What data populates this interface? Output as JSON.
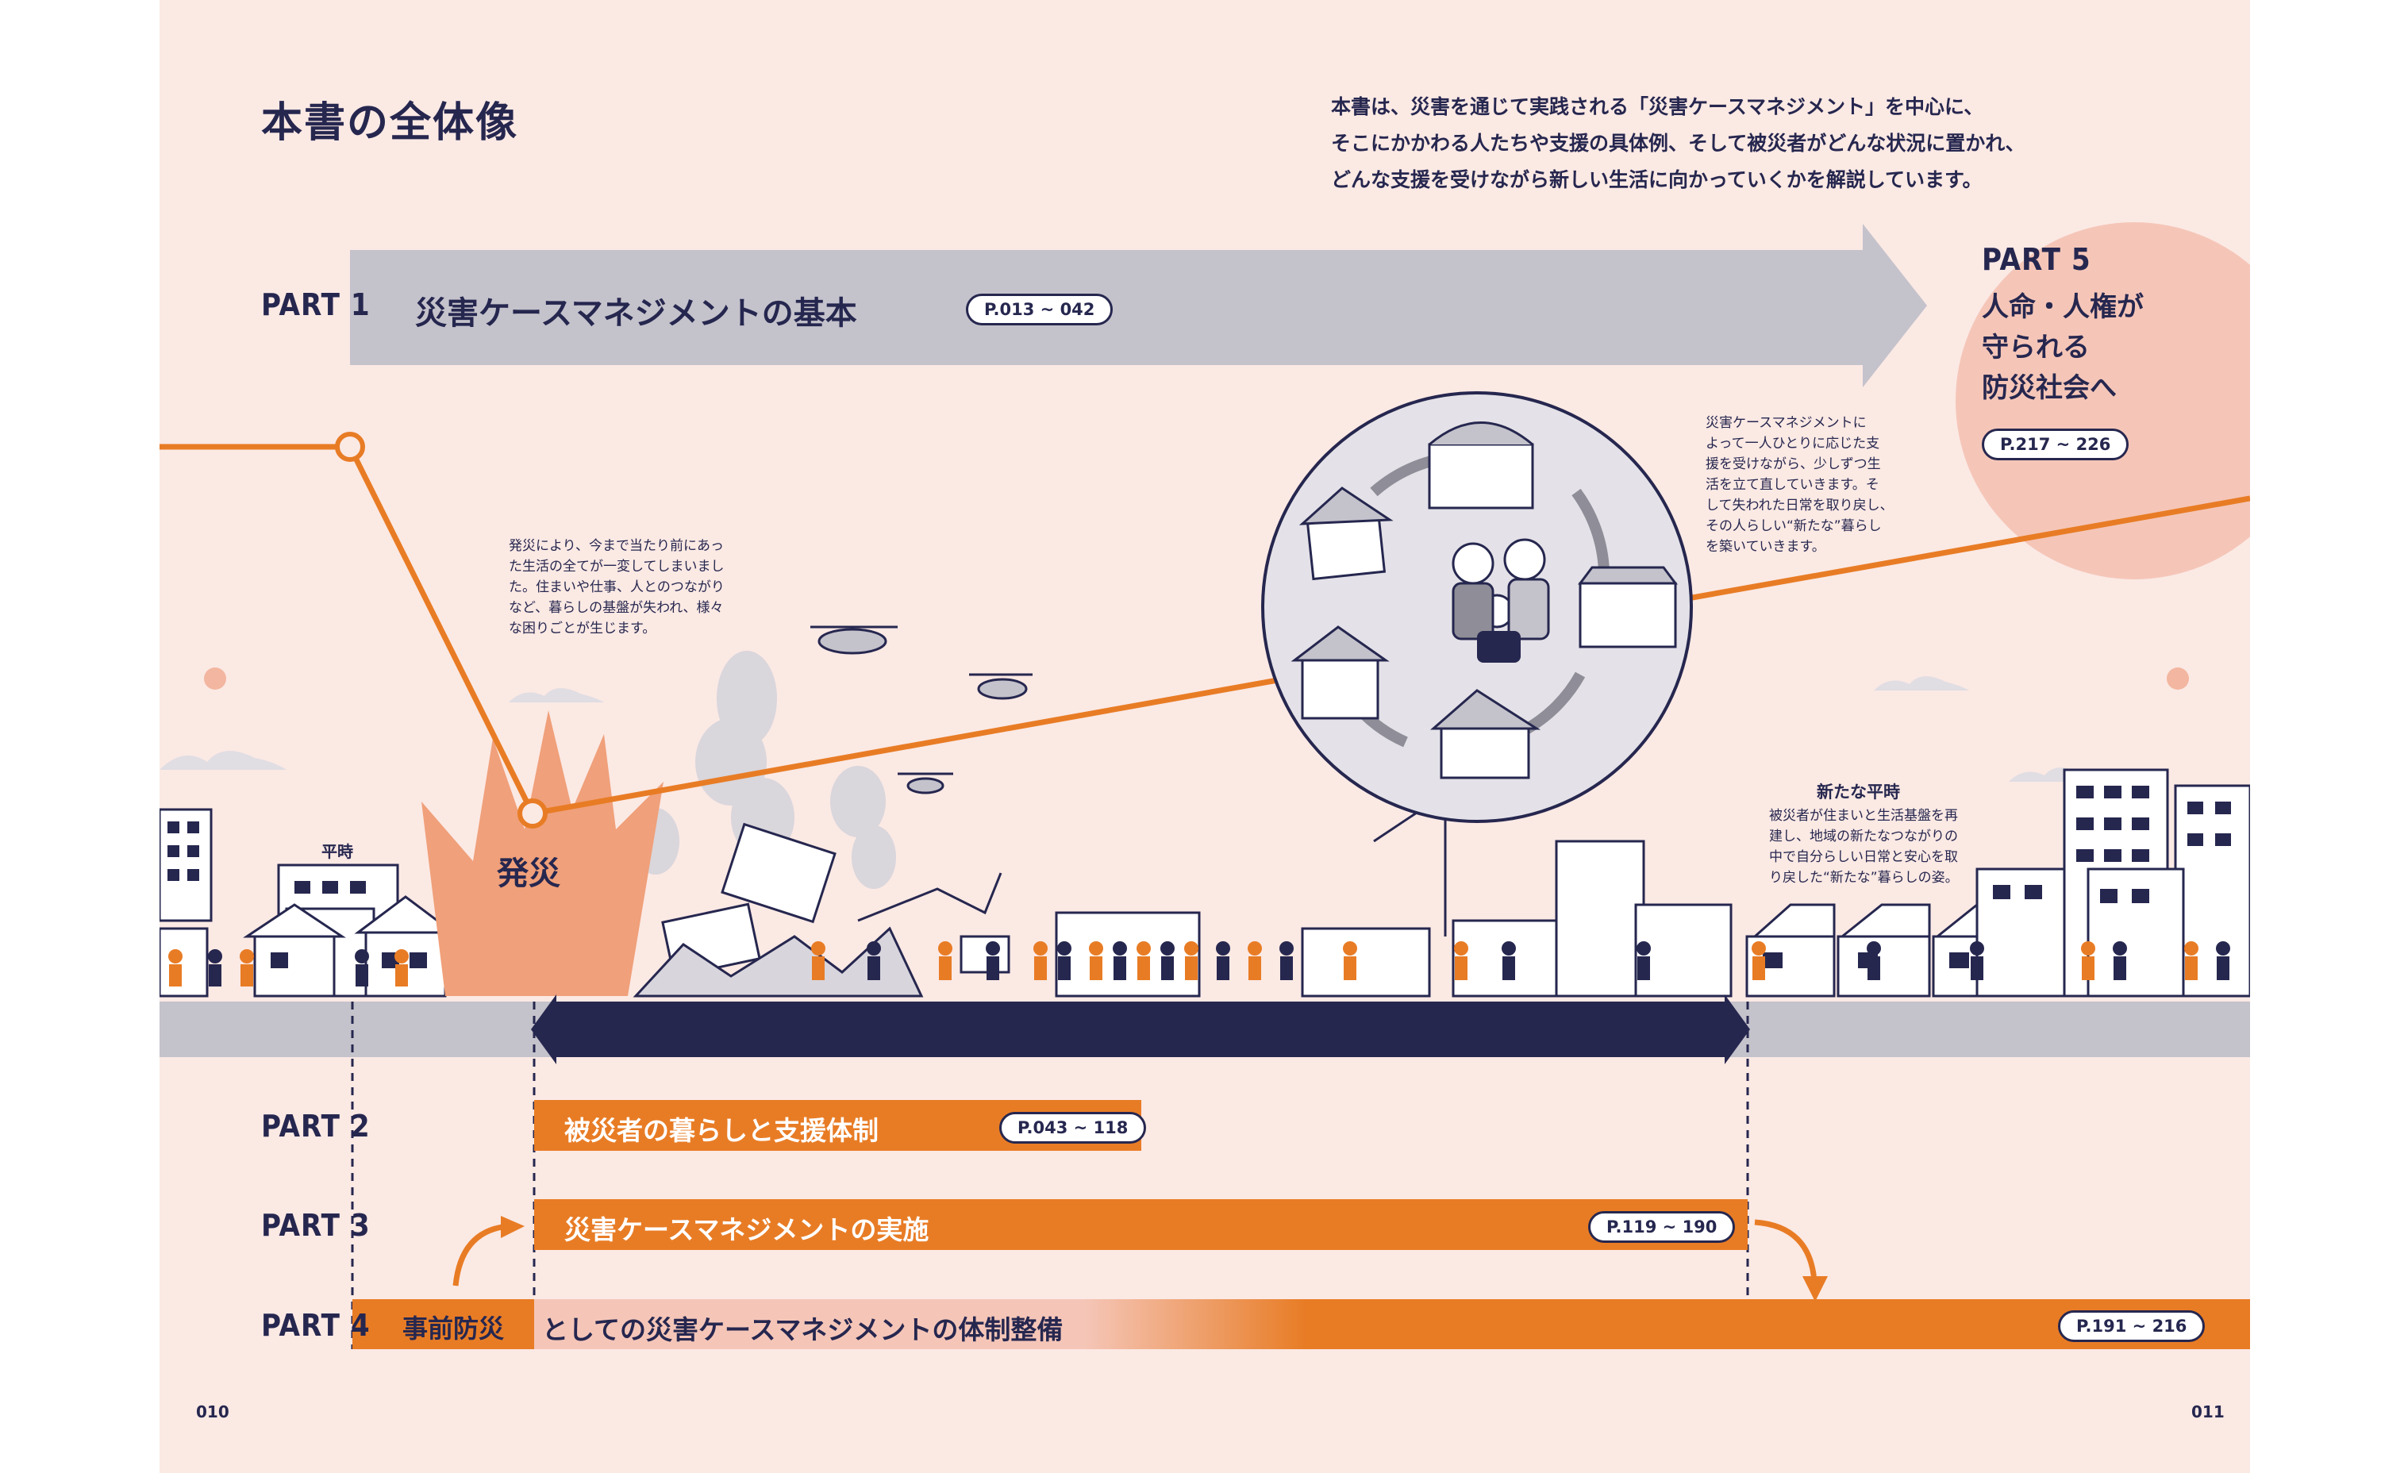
{
  "page": {
    "title": "本書の全体像",
    "intro": [
      "本書は、災害を通じて実践される「災害ケースマネジメント」を中心に、",
      "そこにかかわる人たちや支援の具体例、そして被災者がどんな状況に置かれ、",
      "どんな支援を受けながら新しい生活に向かっていくかを解説しています。"
    ],
    "page_left": "010",
    "page_right": "011"
  },
  "parts": {
    "part1": {
      "label": "PART 1",
      "title": "災害ケースマネジメントの基本",
      "pages": "P.013 ~ 042"
    },
    "part2": {
      "label": "PART 2",
      "title": "被災者の暮らしと支援体制",
      "pages": "P.043 ~ 118"
    },
    "part3": {
      "label": "PART 3",
      "title": "災害ケースマネジメントの実施",
      "pages": "P.119 ~ 190"
    },
    "part4": {
      "label": "PART 4",
      "title_prefix": "事前防災",
      "title_rest": "としての災害ケースマネジメントの体制整備",
      "pages": "P.191 ~ 216"
    },
    "part5": {
      "label": "PART 5",
      "title_lines": [
        "人命・人権が",
        "守られる",
        "防災社会へ"
      ],
      "pages": "P.217 ~ 226"
    }
  },
  "notes": {
    "disaster_label": "発災",
    "normal_label": "平時",
    "disaster_note": [
      "発災により、今まで当たり前にあっ",
      "た生活の全てが一変してしまいまし",
      "た。住まいや仕事、人とのつながり",
      "など、暮らしの基盤が失われ、様々",
      "な困りごとが生じます。"
    ],
    "dcm_note": [
      "災害ケースマネジメントに",
      "よって一人ひとりに応じた支",
      "援を受けながら、少しずつ生",
      "活を立て直していきます。そ",
      "して失われた日常を取り戻し、",
      "その人らしい“新たな”暮らし",
      "を築いていきます。"
    ],
    "new_normal_title": "新たな平時",
    "new_normal_note": [
      "被災者が住まいと生活基盤を再",
      "建し、地域の新たなつながりの",
      "中で自分らしい日常と安心を取",
      "り戻した“新たな”暮らしの姿。"
    ]
  },
  "colors": {
    "background": "#fbe9e4",
    "navy": "#26274f",
    "orange": "#e87c25",
    "gray_arrow": "#c4c2cb",
    "salmon": "#f5c6b8",
    "burst": "#f0a07a"
  }
}
